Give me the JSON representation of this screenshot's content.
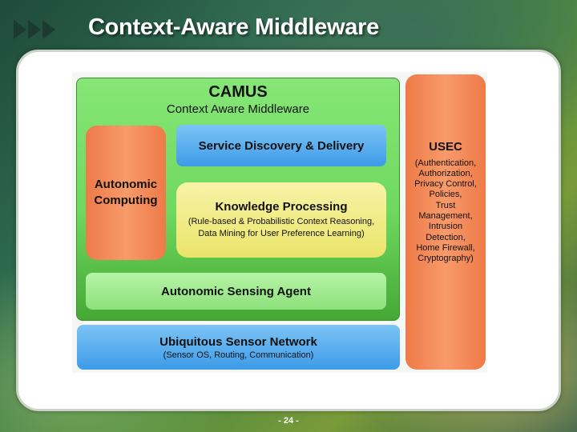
{
  "slide": {
    "title": "Context-Aware Middleware",
    "page_number": "- 24 -"
  },
  "diagram": {
    "camus": {
      "name": "CAMUS",
      "subtitle": "Context Aware Middleware"
    },
    "autonomic_computing": "Autonomic\nComputing",
    "service_discovery": "Service Discovery & Delivery",
    "knowledge_processing": {
      "title": "Knowledge Processing",
      "description": "(Rule-based & Probabilistic Context Reasoning,\nData Mining for User Preference Learning)"
    },
    "sensing_agent": "Autonomic Sensing Agent",
    "sensor_network": {
      "title": "Ubiquitous Sensor Network",
      "description": "(Sensor OS, Routing, Communication)"
    },
    "usec": {
      "title": "USEC",
      "description": "(Authentication,\nAuthorization,\nPrivacy Control,\nPolicies,\nTrust\nManagement,\nIntrusion\nDetection,\nHome Firewall,\nCryptography)"
    }
  },
  "colors": {
    "camus_green": "#6fd85e",
    "orange": "#f89a6a",
    "blue": "#3d9be8",
    "yellow": "#ebe46a",
    "light_green": "#8ce17b"
  }
}
